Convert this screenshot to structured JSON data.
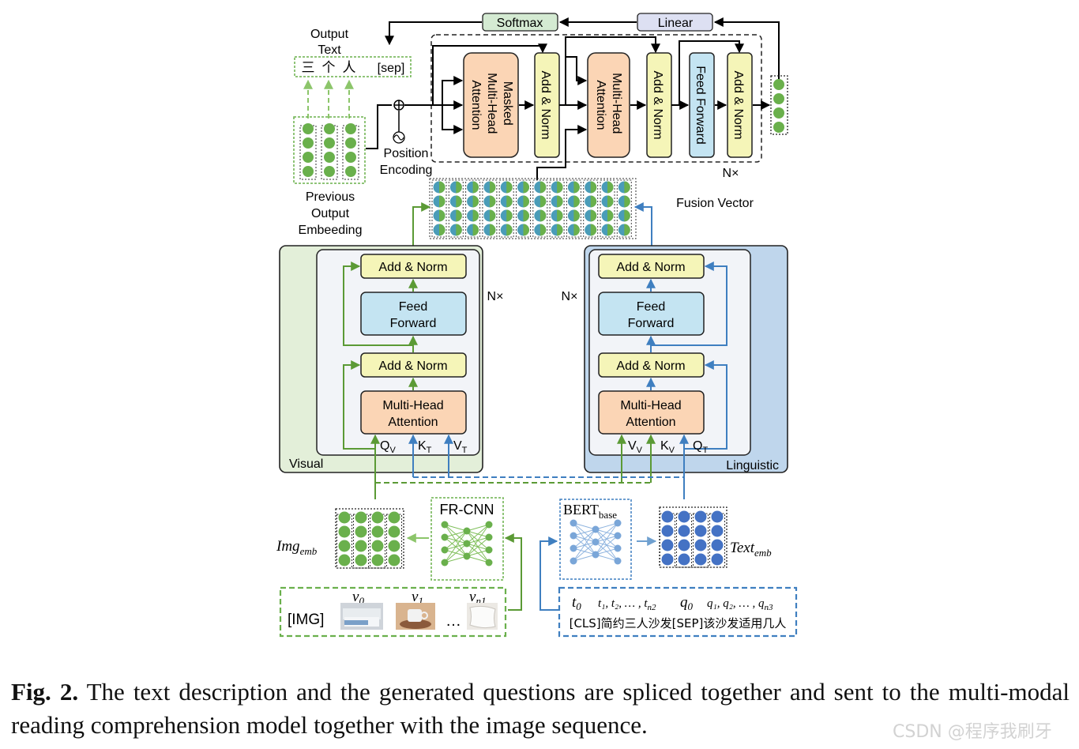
{
  "decoder": {
    "softmax": "Softmax",
    "linear": "Linear",
    "output_title_1": "Output",
    "output_title_2": "Text",
    "output_tokens": [
      "三",
      "个",
      "人",
      "[sep]"
    ],
    "masked_mha": [
      "Masked",
      "Multi-Head",
      "Attention"
    ],
    "add_norm": "Add & Norm",
    "mha": [
      "Multi-Head",
      "Attention"
    ],
    "feed_forward": "Feed Forward",
    "position_1": "Position",
    "position_2": "Encoding",
    "prev_1": "Previous",
    "prev_2": "Output",
    "prev_3": "Embeeding",
    "nx": "N×"
  },
  "fusion_label": "Fusion Vector",
  "encoders": {
    "add_norm": "Add & Norm",
    "ff_1": "Feed",
    "ff_2": "Forward",
    "mha_1": "Multi-Head",
    "mha_2": "Attention",
    "nx": "N×",
    "visual": {
      "label": "Visual",
      "inputs": [
        [
          "Q",
          "V"
        ],
        [
          "K",
          "T"
        ],
        [
          "V",
          "T"
        ]
      ]
    },
    "linguistic": {
      "label": "Linguistic",
      "inputs": [
        [
          "V",
          "V"
        ],
        [
          "K",
          "V"
        ],
        [
          "Q",
          "T"
        ]
      ]
    }
  },
  "bottom": {
    "frcnn": "FR-CNN",
    "bert": "BERT",
    "bert_sub": "base",
    "img_emb": "Img",
    "img_emb_sub": "emb",
    "text_emb": "Text",
    "text_emb_sub": "emb",
    "img_label": "[IMG]",
    "v0": "v",
    "v0_sub": "0",
    "v1": "v",
    "v1_sub": "1",
    "vn": "v",
    "vn_sub": "n1",
    "dots": "…",
    "t0": "t",
    "t0_sub": "0",
    "tseq": "t₁, t₂, … , t",
    "tseq_sub": "n2",
    "q0": "q",
    "q0_sub": "0",
    "qseq": "q₁, q₂, … , q",
    "qseq_sub": "n3",
    "cls_text": "[CLS]简约三人沙发[SEP]该沙发适用几人"
  },
  "caption": {
    "label": "Fig. 2.",
    "text": "The text description and the generated questions are spliced together and sent to the multi-modal reading comprehension model together with the image sequence."
  },
  "watermark": "CSDN @程序我刷牙",
  "colors": {
    "green": "#5b9a35",
    "blue": "#3f7fc0",
    "orange_fill": "#fbd5b5",
    "yellow_fill": "#f5f5b8",
    "cyan_fill": "#c4e4f2",
    "dot_green": "#6ab04c",
    "dot_blue": "#4472c4",
    "dot_teal": "#4a9cb8"
  }
}
